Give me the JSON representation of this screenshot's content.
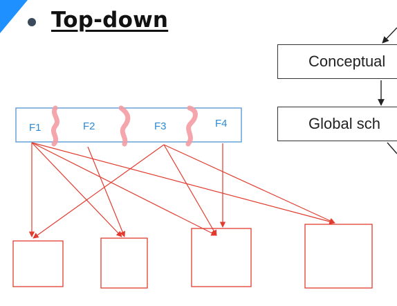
{
  "heading": "Top-down",
  "schema": {
    "conceptual": "Conceptual",
    "global": "Global sch"
  },
  "functions": [
    "F1",
    "F2",
    "F3",
    "F4"
  ],
  "colors": {
    "function_box_border": "#5b9bd5",
    "arrow": "#e23b2e",
    "squiggle": "#f39ca3",
    "accent": "#1e90ff"
  }
}
